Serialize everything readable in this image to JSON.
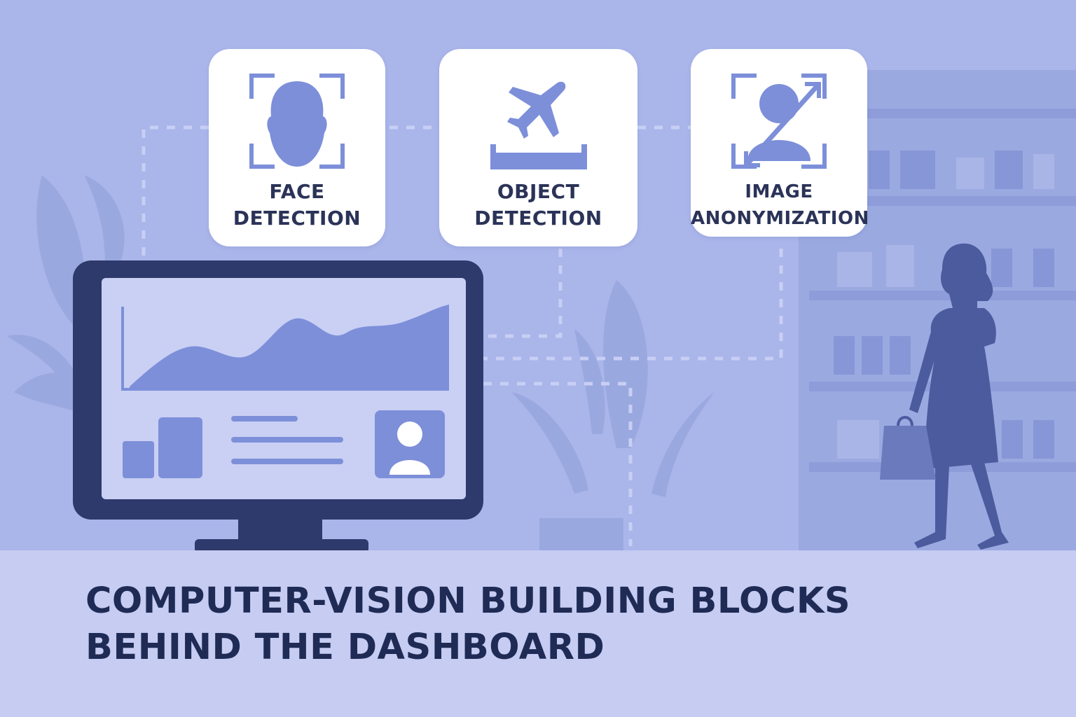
{
  "cards": [
    {
      "id": "face",
      "icon": "face-detection-icon",
      "line1": "FACE",
      "line2": "DETECTION"
    },
    {
      "id": "object",
      "icon": "airplane-detection-icon",
      "line1": "OBJECT",
      "line2": "DETECTION"
    },
    {
      "id": "anon",
      "icon": "image-anonymization-icon",
      "line1": "IMAGE",
      "line2": "ANONYMIZATION"
    }
  ],
  "headline": {
    "line1": "COMPUTER-VISION BUILDING BLOCKS",
    "line2": "BEHIND THE DASHBOARD"
  },
  "colors": {
    "background": "#aab5ea",
    "floor": "#c6ccf2",
    "accent": "#7d8fd9",
    "dark": "#2e3a6b",
    "text": "#1f2b55",
    "card": "#ffffff"
  }
}
